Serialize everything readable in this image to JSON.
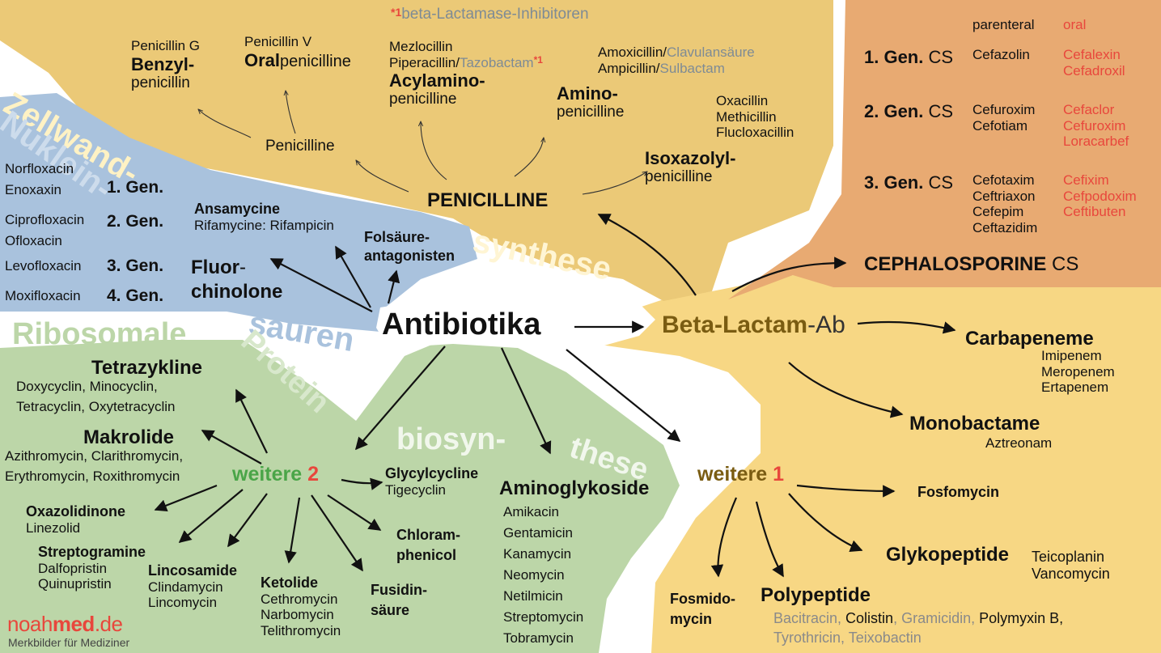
{
  "colors": {
    "penicillin_bg": "#ebc977",
    "cephalo_bg": "#e8aa72",
    "nuclein_bg": "#a9c2dd",
    "protein_bg": "#bcd6a8",
    "betalactam_bg": "#f7d784",
    "red": "#e8473c",
    "blue_grey": "#7e8b95",
    "green": "#4aa548",
    "brown": "#7a5c12"
  },
  "center": "Antibiotika",
  "bg_words": {
    "zellwand": "Zellwand-",
    "synthese": "synthese",
    "nuklein": "Nuklein-",
    "saeuren": "säuren",
    "ribosomale": "Ribosomale",
    "protein": "Protein",
    "biosyn": "biosyn-",
    "these": "these"
  },
  "inhibitor_title_mark": "*1",
  "inhibitor_title": "beta-Lactamase-Inhibitoren",
  "penicilline": {
    "main": "PENICILLINE",
    "sub": "Penicilline",
    "benzyl": {
      "top": "Penicillin G",
      "bold": "Benzyl-",
      "rest": "penicillin"
    },
    "oral": {
      "top": "Penicillin V",
      "bold": "Oral",
      "rest": "penicilline"
    },
    "acyl": {
      "line1": "Mezlocillin",
      "line2a": "Piperacillin/",
      "line2b": "Tazobactam",
      "line2c": "*1",
      "bold": "Acylamino-",
      "rest": "penicilline"
    },
    "amino": {
      "l1a": "Amoxicillin/",
      "l1b": "Clavulansäure",
      "l2a": "Ampicillin/",
      "l2b": "Sulbactam",
      "bold": "Amino-",
      "rest": "penicilline"
    },
    "isox": {
      "l1": "Oxacillin",
      "l2": "Methicillin",
      "l3": "Flucloxacillin",
      "bold": "Isoxazolyl-",
      "rest": "penicilline"
    }
  },
  "cephalo": {
    "h_par": "parenteral",
    "h_oral": "oral",
    "g1": "1. Gen.",
    "g2": "2. Gen.",
    "g3": "3. Gen.",
    "cs": "CS",
    "g1_par": "Cefazolin",
    "g1_oral": [
      "Cefalexin",
      "Cefadroxil"
    ],
    "g2_par": [
      "Cefuroxim",
      "Cefotiam"
    ],
    "g2_oral": [
      "Cefaclor",
      "Cefuroxim",
      "Loracarbef"
    ],
    "g3_par": [
      "Cefotaxim",
      "Ceftriaxon",
      "Cefepim",
      "Ceftazidim"
    ],
    "g3_oral": [
      "Cefixim",
      "Cefpodoxim",
      "Ceftibuten"
    ],
    "main": "CEPHALOSPORINE",
    "main_cs": "CS"
  },
  "beta": {
    "bold": "Beta-Lactam",
    "rest": "-Ab"
  },
  "carba": {
    "title": "Carbapeneme",
    "items": [
      "Imipenem",
      "Meropenem",
      "Ertapenem"
    ]
  },
  "mono": {
    "title": "Monobactame",
    "item": "Aztreonam"
  },
  "weitere1": {
    "label": "weitere",
    "num": "1"
  },
  "fosfo": "Fosfomycin",
  "glyko": {
    "title": "Glykopeptide",
    "items": [
      "Teicoplanin",
      "Vancomycin"
    ]
  },
  "fosmido": [
    "Fosmido-",
    "mycin"
  ],
  "polypep": {
    "title": "Polypeptide",
    "a": "Bacitracin, ",
    "b": "Colistin",
    "c": ", Gramicidin, ",
    "d": "Polymyxin B,",
    "e": "Tyrothricin, ",
    "f": "Teixobactin"
  },
  "fluoro": {
    "bold1": "Fluor",
    "rest1": "-",
    "bold2": "chinolone",
    "g1": "1. Gen.",
    "g2": "2. Gen.",
    "g3": "3. Gen.",
    "g4": "4. Gen.",
    "g1_items": [
      "Norfloxacin",
      "Enoxaxin"
    ],
    "g2_items": [
      "Ciprofloxacin",
      "Ofloxacin"
    ],
    "g3_item": "Levofloxacin",
    "g4_item": "Moxifloxacin"
  },
  "ansa": {
    "title": "Ansamycine",
    "item": "Rifamycine: Rifampicin"
  },
  "fols": [
    "Folsäure-",
    "antagonisten"
  ],
  "weitere2": {
    "label": "weitere",
    "num": "2"
  },
  "tetra": {
    "title": "Tetrazykline",
    "items": [
      "Doxycyclin, Minocyclin,",
      "Tetracyclin, Oxytetracyclin"
    ]
  },
  "makro": {
    "title": "Makrolide",
    "items": [
      "Azithromycin, Clarithromycin,",
      "Erythromycin, Roxithromycin"
    ]
  },
  "oxa": {
    "title": "Oxazolidinone",
    "item": "Linezolid"
  },
  "strepto": {
    "title": "Streptogramine",
    "items": [
      "Dalfopristin",
      "Quinupristin"
    ]
  },
  "linco": {
    "title": "Lincosamide",
    "items": [
      "Clindamycin",
      "Lincomycin"
    ]
  },
  "keto": {
    "title": "Ketolide",
    "items": [
      "Cethromycin",
      "Narbomycin",
      "Telithromycin"
    ]
  },
  "fusi": [
    "Fusidin-",
    "säure"
  ],
  "chlor": [
    "Chloram-",
    "phenicol"
  ],
  "glyc": {
    "title": "Glycylcycline",
    "item": "Tigecyclin"
  },
  "amino": {
    "title": "Aminoglykoside",
    "items": [
      "Amikacin",
      "Gentamicin",
      "Kanamycin",
      "Neomycin",
      "Netilmicin",
      "Streptomycin",
      "Tobramycin"
    ]
  },
  "logo": {
    "a": "noah",
    "b": "med",
    "c": ".de",
    "sub": "Merkbilder für Mediziner"
  }
}
